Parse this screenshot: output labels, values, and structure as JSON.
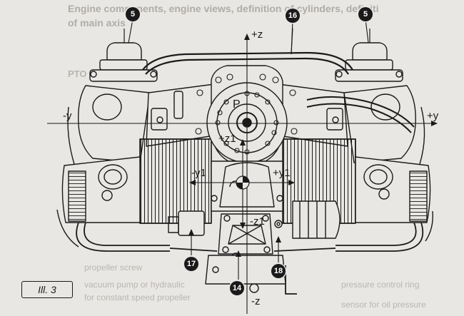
{
  "figure_label": "Ill. 3",
  "axis_labels": {
    "plus_z": "+z",
    "minus_z": "-z",
    "plus_y": "+y",
    "minus_y": "-y",
    "plus_y1": "+y1",
    "minus_y1": "-y1",
    "plus_z1": "+z1",
    "minus_z1": "-z1",
    "point_p": "P"
  },
  "callouts": {
    "c5_left": "5",
    "c5_right": "5",
    "c16": "16",
    "c17": "17",
    "c14": "14",
    "c18": "18"
  },
  "background_text": {
    "line1": "Engine components, engine views, definition of cylinders, definiti",
    "line2": "of main axis",
    "line3": "PTO",
    "line4": "propeller screw",
    "line5": "vacuum pump or hydraulic",
    "line6": "for constant speed propeller",
    "line7": "sensor for oil pressure",
    "line8": "pressure control ring",
    "colors": {
      "ink": "#1a1a1a",
      "ghost": "#b9b6b1",
      "paper": "#e9e7e4"
    }
  }
}
